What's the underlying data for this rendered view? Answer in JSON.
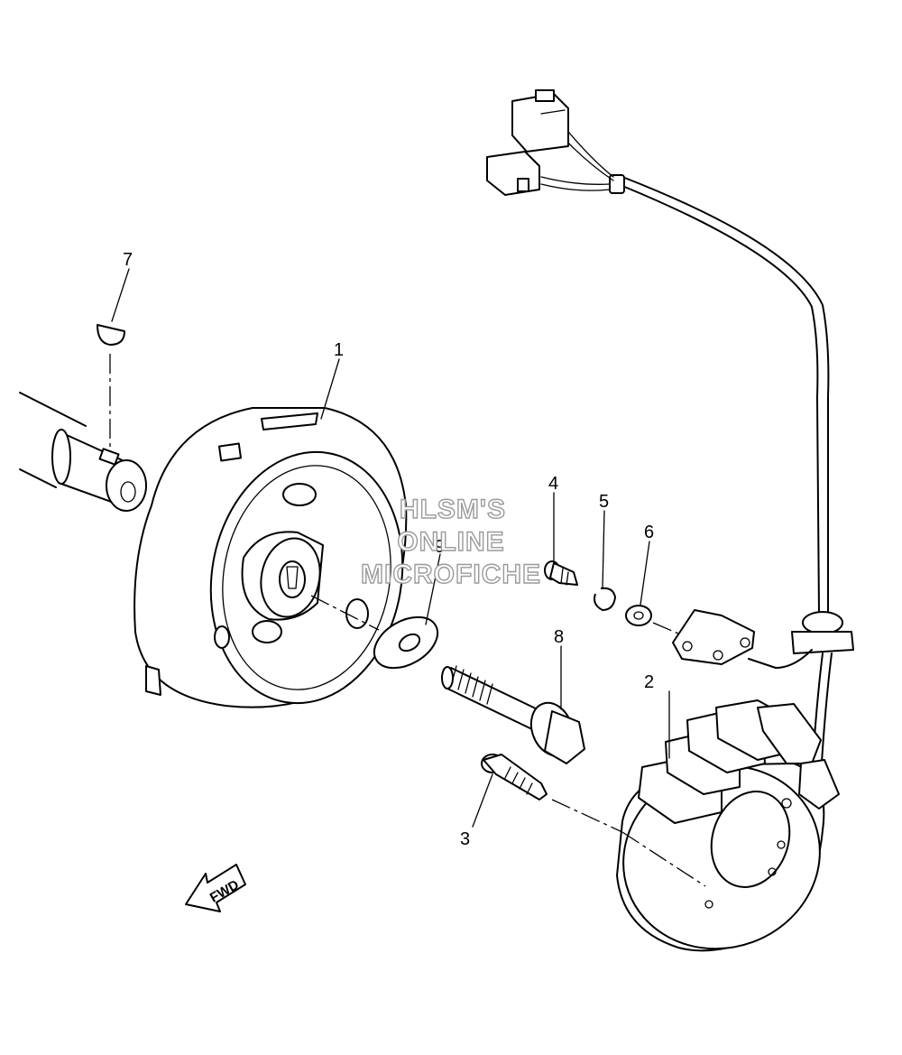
{
  "callouts": [
    "1",
    "2",
    "3",
    "4",
    "5",
    "6",
    "7",
    "8",
    "9"
  ],
  "watermark": {
    "line1": "HLSM'S",
    "line2": "ONLINE",
    "line3": "MICROFICHE"
  },
  "direction_label": "FWD"
}
